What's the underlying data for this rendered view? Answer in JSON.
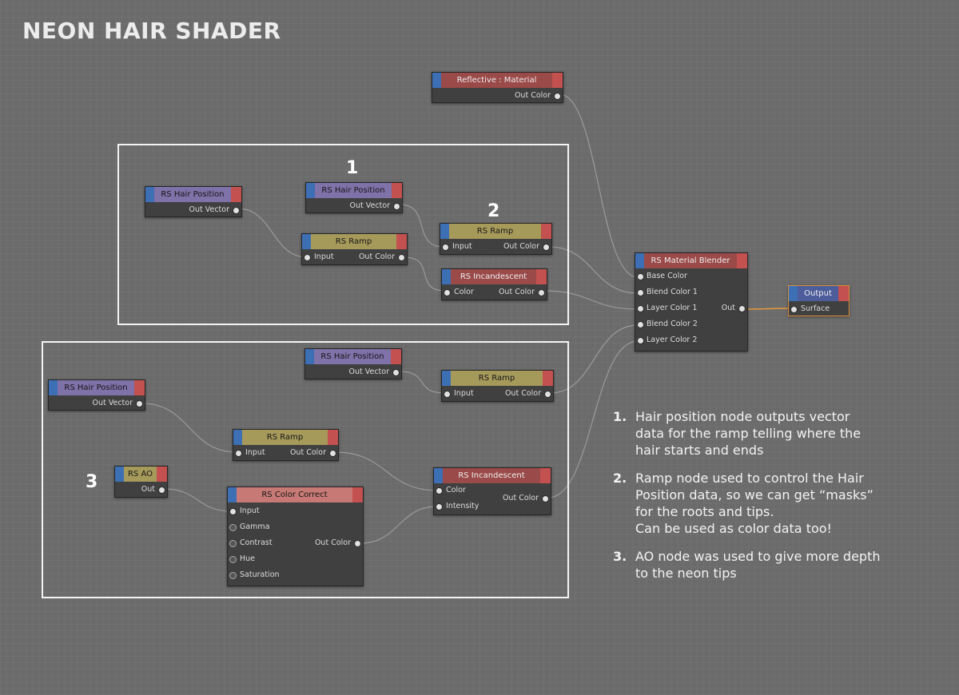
{
  "title": "NEON HAIR SHADER",
  "badges": {
    "one": "1",
    "two": "2",
    "three": "3"
  },
  "colors": {
    "canvas": "#6b6b6b",
    "wire": "#9a9a9a",
    "wire_selected": "#e69a3c",
    "cap_blue": "#3d6fb5",
    "cap_red": "#c25150",
    "selection_outline": "#d9903a"
  },
  "nodes": {
    "reflective": {
      "title": "Reflective : Material",
      "out": "Out Color"
    },
    "hp_a": {
      "title": "RS Hair Position",
      "out": "Out Vector"
    },
    "hp_b": {
      "title": "RS Hair Position",
      "out": "Out Vector"
    },
    "ramp_a": {
      "title": "RS Ramp",
      "in": "Input",
      "out": "Out Color"
    },
    "ramp_b": {
      "title": "RS Ramp",
      "in": "Input",
      "out": "Out Color"
    },
    "inc_a": {
      "title": "RS Incandescent",
      "in": "Color",
      "out": "Out Color"
    },
    "blender": {
      "title": "RS Material Blender",
      "inputs": [
        "Base Color",
        "Blend Color 1",
        "Layer Color 1",
        "Blend Color 2",
        "Layer Color 2"
      ],
      "out": "Out"
    },
    "output": {
      "title": "Output",
      "in": "Surface"
    },
    "hp_c": {
      "title": "RS Hair Position",
      "out": "Out Vector"
    },
    "ramp_c": {
      "title": "RS Ramp",
      "in": "Input",
      "out": "Out Color"
    },
    "hp_d": {
      "title": "RS Hair Position",
      "out": "Out Vector"
    },
    "ramp_d": {
      "title": "RS Ramp",
      "in": "Input",
      "out": "Out Color"
    },
    "ao": {
      "title": "RS AO",
      "out": "Out"
    },
    "cc": {
      "title": "RS Color Correct",
      "inputs": [
        "Input",
        "Gamma",
        "Contrast",
        "Hue",
        "Saturation"
      ],
      "out": "Out Color"
    },
    "inc_b": {
      "title": "RS Incandescent",
      "inputs": [
        "Color",
        "Intensity"
      ],
      "out": "Out Color"
    }
  },
  "notes": [
    {
      "num": "1.",
      "lines": [
        "Hair position node outputs vector",
        "data for the ramp telling where the",
        "hair starts and ends"
      ]
    },
    {
      "num": "2.",
      "lines": [
        "Ramp node used to control the Hair",
        "Position data, so we can get “masks”",
        "for the roots and tips.",
        "Can be used as color data too!"
      ]
    },
    {
      "num": "3.",
      "lines": [
        "AO node was used to give more depth",
        "to the neon tips"
      ]
    }
  ]
}
